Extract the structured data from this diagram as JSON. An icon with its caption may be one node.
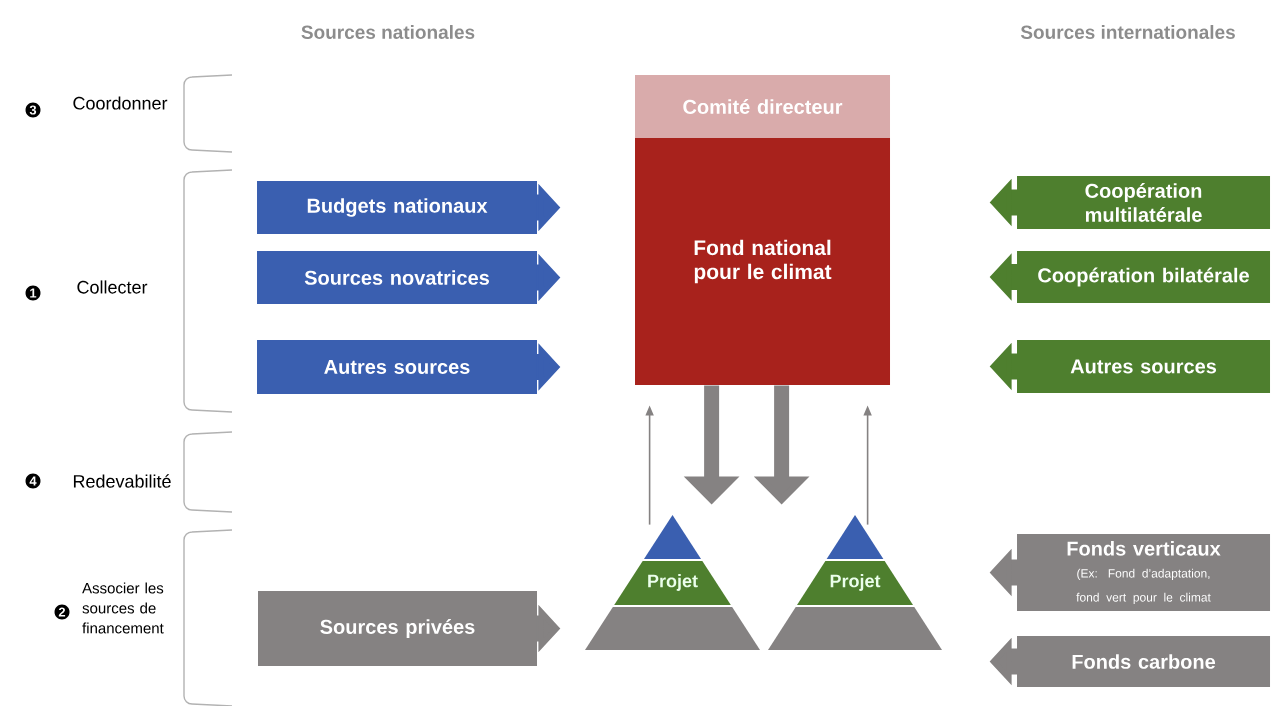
{
  "diagram": {
    "nodes": [
      {
        "text": [
          "Comité directeur"
        ]
      },
      {
        "text": [
          "Fond national pour le climat"
        ]
      },
      {
        "text": [
          "Budgets nationaux"
        ]
      },
      {
        "text": [
          "Sources novatrices"
        ]
      },
      {
        "text": [
          "Autres sources"
        ]
      },
      {
        "text": [
          "Coopération multilatérale"
        ]
      },
      {
        "text": [
          "Coopération bilatérale"
        ]
      },
      {
        "text": [
          "Autres sources"
        ]
      },
      {
        "text": [
          "Fonds verticaux",
          "(Ex: Fond d’adaptation, fond vert pour le climat"
        ]
      },
      {
        "text": [
          "Fonds carbone"
        ]
      },
      {
        "text": [
          "Sources privées"
        ]
      },
      {
        "text": [
          "Projet"
        ]
      },
      {
        "text": [
          "Projet"
        ]
      }
    ],
    "edges": [
      {
        "from": 2,
        "to": null,
        "arrow": "to",
        "color": "#3a5fb0"
      },
      {
        "from": 3,
        "to": null,
        "arrow": "to",
        "color": "#3a5fb0"
      },
      {
        "from": 4,
        "to": null,
        "arrow": "to",
        "color": "#3a5fb0"
      },
      {
        "from": 5,
        "to": null,
        "arrow": "to",
        "color": "#4e7f2e"
      },
      {
        "from": 6,
        "to": null,
        "arrow": "to",
        "color": "#4e7f2e"
      },
      {
        "from": 7,
        "to": null,
        "arrow": "to",
        "color": "#4e7f2e"
      },
      {
        "from": 8,
        "to": null,
        "arrow": "to"
      },
      {
        "from": 9,
        "to": null,
        "arrow": "to"
      },
      {
        "from": 10,
        "to": null,
        "arrow": "to"
      },
      {
        "from": 1,
        "to": 11,
        "arrow": "to"
      },
      {
        "from": 1,
        "to": 12,
        "arrow": "to"
      },
      {
        "from": 11,
        "to": 1,
        "arrow": "to"
      },
      {
        "from": 12,
        "to": 1,
        "arrow": "to"
      }
    ],
    "labels": [
      "Sources nationales",
      "Sources internationales",
      "3",
      "Coordonner",
      "1",
      "Collecter",
      "4",
      "Redevabilité",
      "2",
      "Associer les sources de financement"
    ]
  }
}
